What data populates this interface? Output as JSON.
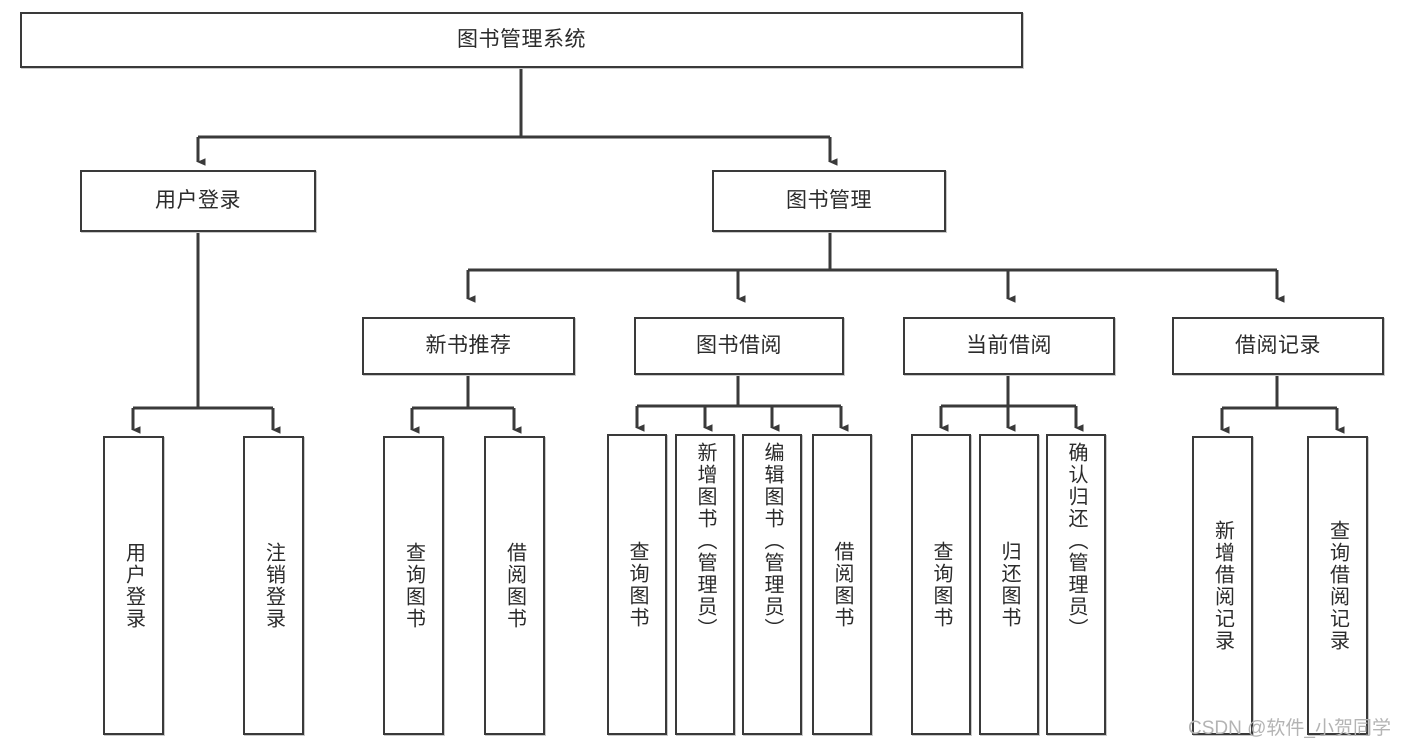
{
  "diagram": {
    "type": "hierarchy-tree",
    "title": "图书管理系统",
    "root": {
      "id": "root",
      "label": "图书管理系统"
    },
    "level2": [
      {
        "id": "user-login",
        "label": "用户登录"
      },
      {
        "id": "book-management",
        "label": "图书管理"
      }
    ],
    "level3": [
      {
        "id": "new-book-recommend",
        "label": "新书推荐",
        "parent": "book-management"
      },
      {
        "id": "book-borrow",
        "label": "图书借阅",
        "parent": "book-management"
      },
      {
        "id": "current-borrow",
        "label": "当前借阅",
        "parent": "book-management"
      },
      {
        "id": "borrow-record",
        "label": "借阅记录",
        "parent": "book-management"
      }
    ],
    "leaves": [
      {
        "id": "leaf-user-login",
        "label": "用户登录",
        "parent": "user-login"
      },
      {
        "id": "leaf-user-logout",
        "label": "注销登录",
        "parent": "user-login"
      },
      {
        "id": "leaf-query-book-1",
        "label": "查询图书",
        "parent": "new-book-recommend"
      },
      {
        "id": "leaf-borrow-book-1",
        "label": "借阅图书",
        "parent": "new-book-recommend"
      },
      {
        "id": "leaf-query-book-2",
        "label": "查询图书",
        "parent": "book-borrow"
      },
      {
        "id": "leaf-add-book",
        "label": "新增图书（管理员）",
        "parent": "book-borrow"
      },
      {
        "id": "leaf-edit-book",
        "label": "编辑图书（管理员）",
        "parent": "book-borrow"
      },
      {
        "id": "leaf-borrow-book-2",
        "label": "借阅图书",
        "parent": "book-borrow"
      },
      {
        "id": "leaf-query-book-3",
        "label": "查询图书",
        "parent": "current-borrow"
      },
      {
        "id": "leaf-return-book",
        "label": "归还图书",
        "parent": "current-borrow"
      },
      {
        "id": "leaf-confirm-return",
        "label": "确认归还（管理员）",
        "parent": "current-borrow"
      },
      {
        "id": "leaf-add-record",
        "label": "新增借阅记录",
        "parent": "borrow-record"
      },
      {
        "id": "leaf-query-record",
        "label": "查询借阅记录",
        "parent": "borrow-record"
      }
    ],
    "watermark": "CSDN @软件_小贺同学",
    "colors": {
      "stroke": "#3a3a3a",
      "text": "#2b2b2b",
      "background": "#ffffff",
      "watermark": "#b4b4b4"
    }
  }
}
